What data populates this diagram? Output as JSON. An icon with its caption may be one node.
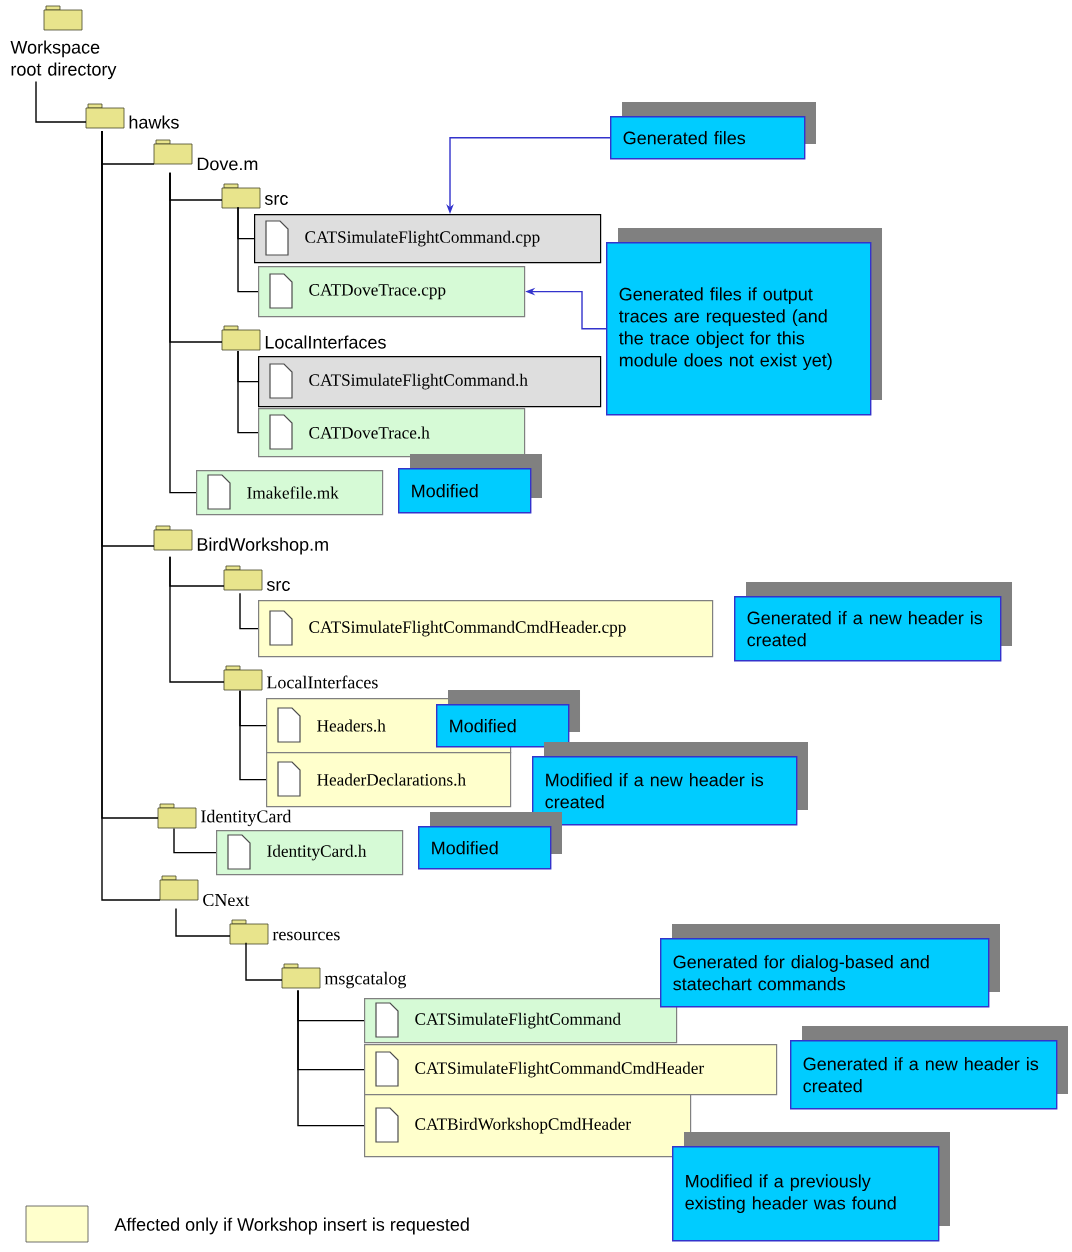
{
  "diagram": {
    "nodes": [
      {
        "text": [
          "Workspace root directory"
        ]
      },
      {
        "text": [
          "hawks"
        ]
      },
      {
        "text": [
          "Dove.m"
        ]
      },
      {
        "text": [
          "src"
        ]
      },
      {
        "text": [
          "CATSimulateFlightCommand.cpp"
        ]
      },
      {
        "text": [
          "CATDoveTrace.cpp"
        ]
      },
      {
        "text": [
          "LocalInterfaces"
        ]
      },
      {
        "text": [
          "CATSimulateFlightCommand.h"
        ]
      },
      {
        "text": [
          "CATDoveTrace.h"
        ]
      },
      {
        "text": [
          "Imakefile.mk"
        ]
      },
      {
        "text": [
          "BirdWorkshop.m"
        ]
      },
      {
        "text": [
          "src"
        ]
      },
      {
        "text": [
          "CATSimulateFlightCommandCmdHeader.cpp"
        ]
      },
      {
        "text": [
          "LocalInterfaces"
        ]
      },
      {
        "text": [
          "Headers.h"
        ]
      },
      {
        "text": [
          "HeaderDeclarations.h"
        ]
      },
      {
        "text": [
          "IdentityCard"
        ]
      },
      {
        "text": [
          "IdentityCard.h"
        ]
      },
      {
        "text": [
          "CNext"
        ]
      },
      {
        "text": [
          "resources"
        ]
      },
      {
        "text": [
          "msgcatalog"
        ]
      },
      {
        "text": [
          "CATSimulateFlightCommand"
        ]
      },
      {
        "text": [
          "CATSimulateFlightCommandCmdHeader"
        ]
      },
      {
        "text": [
          "CATBirdWorkshopCmdHeader"
        ]
      },
      {
        "text": [
          "Generated files"
        ]
      },
      {
        "text": [
          "Generated files if output traces are requested (and the trace object for this module does not exist yet)"
        ]
      },
      {
        "text": [
          "Modified"
        ]
      },
      {
        "text": [
          "Generated if a new header is created"
        ]
      },
      {
        "text": [
          "Modified"
        ]
      },
      {
        "text": [
          "Modified if a new header is created"
        ]
      },
      {
        "text": [
          "Modified"
        ]
      },
      {
        "text": [
          "Generated for dialog-based and statechart commands"
        ]
      },
      {
        "text": [
          "Generated if a new header is created"
        ]
      },
      {
        "text": [
          "Modified if a previously existing header was found"
        ]
      }
    ],
    "edges": [
      {
        "from": 0,
        "to": 1,
        "arrow": "none"
      },
      {
        "from": 1,
        "to": 2,
        "arrow": "none"
      },
      {
        "from": 2,
        "to": 3,
        "arrow": "none"
      },
      {
        "from": 3,
        "to": 4,
        "arrow": "none"
      },
      {
        "from": 3,
        "to": 5,
        "arrow": "none"
      },
      {
        "from": 2,
        "to": 6,
        "arrow": "none"
      },
      {
        "from": 6,
        "to": 7,
        "arrow": "none"
      },
      {
        "from": 6,
        "to": 8,
        "arrow": "none"
      },
      {
        "from": 2,
        "to": 9,
        "arrow": "none"
      },
      {
        "from": 1,
        "to": 10,
        "arrow": "none"
      },
      {
        "from": 10,
        "to": 11,
        "arrow": "none"
      },
      {
        "from": 11,
        "to": 12,
        "arrow": "none"
      },
      {
        "from": 10,
        "to": 13,
        "arrow": "none"
      },
      {
        "from": 13,
        "to": 14,
        "arrow": "none"
      },
      {
        "from": 13,
        "to": 15,
        "arrow": "none"
      },
      {
        "from": 1,
        "to": 16,
        "arrow": "none"
      },
      {
        "from": 16,
        "to": 17,
        "arrow": "none"
      },
      {
        "from": 1,
        "to": 18,
        "arrow": "none"
      },
      {
        "from": 18,
        "to": 19,
        "arrow": "none"
      },
      {
        "from": 19,
        "to": 20,
        "arrow": "none"
      },
      {
        "from": 20,
        "to": 21,
        "arrow": "none"
      },
      {
        "from": 20,
        "to": 22,
        "arrow": "none"
      },
      {
        "from": 20,
        "to": 23,
        "arrow": "none"
      },
      {
        "from": 24,
        "to": 4,
        "arrow": "to",
        "color": "#3333cc"
      },
      {
        "from": 25,
        "to": 5,
        "arrow": "to",
        "color": "#3333cc"
      }
    ],
    "legend": [
      {
        "text": "Affected only if Workshop insert is requested",
        "color": "#ffffcc"
      }
    ]
  }
}
